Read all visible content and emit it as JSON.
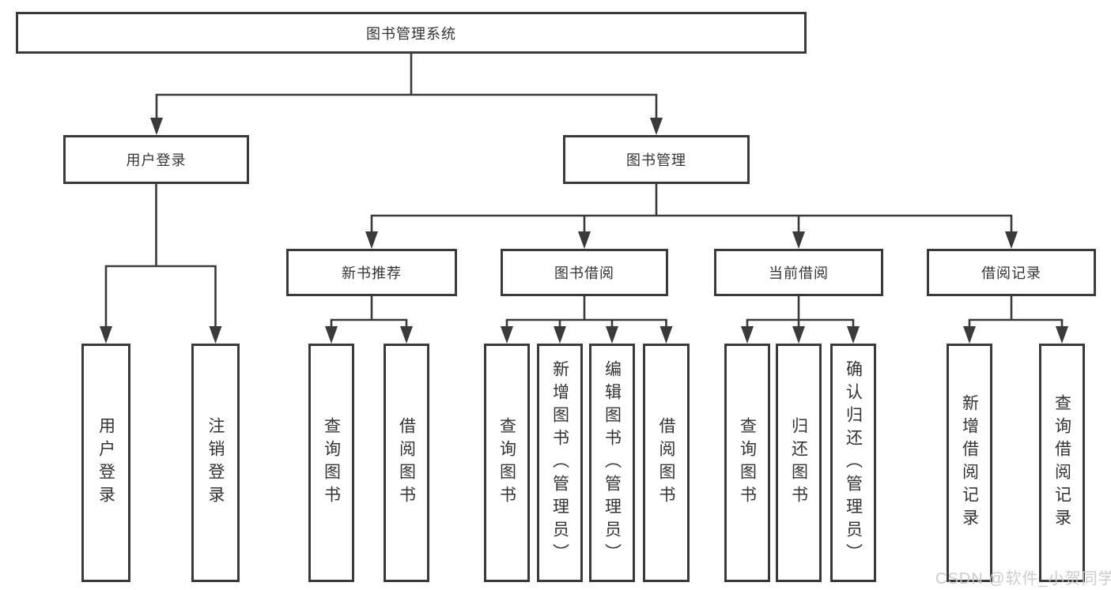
{
  "colors": {
    "border": "#3a3a3a",
    "line": "#3a3a3a",
    "text": "#333333",
    "background": "#ffffff",
    "watermark": "#c9c9c9"
  },
  "tree": {
    "label": "图书管理系统",
    "children": [
      {
        "label": "用户登录",
        "children": [
          {
            "label": "用户登录"
          },
          {
            "label": "注销登录"
          }
        ]
      },
      {
        "label": "图书管理",
        "children": [
          {
            "label": "新书推荐",
            "children": [
              {
                "label": "查询图书"
              },
              {
                "label": "借阅图书"
              }
            ]
          },
          {
            "label": "图书借阅",
            "children": [
              {
                "label": "查询图书"
              },
              {
                "label": "新增图书（管理员）"
              },
              {
                "label": "编辑图书（管理员）"
              },
              {
                "label": "借阅图书"
              }
            ]
          },
          {
            "label": "当前借阅",
            "children": [
              {
                "label": "查询图书"
              },
              {
                "label": "归还图书"
              },
              {
                "label": "确认归还（管理员）"
              }
            ]
          },
          {
            "label": "借阅记录",
            "children": [
              {
                "label": "新增借阅记录"
              },
              {
                "label": "查询借阅记录"
              }
            ]
          }
        ]
      }
    ]
  },
  "watermark": "CSDN @软件_小贺同学"
}
